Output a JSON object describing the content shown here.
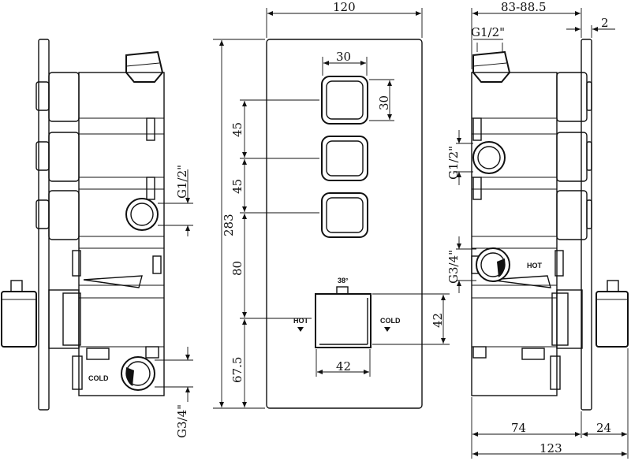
{
  "front_view": {
    "width": "120",
    "height": "283",
    "button_width": "30",
    "button_height": "30",
    "spacing_1": "45",
    "spacing_2": "45",
    "spacing_3": "80",
    "spacing_4": "67.5",
    "knob_width": "42",
    "knob_height": "42",
    "knob_angle": "38°",
    "hot_label": "HOT",
    "cold_label": "COLD"
  },
  "left_view": {
    "inlet_top": "G1/2\"",
    "inlet_bottom": "G3/4\"",
    "cold_label": "COLD"
  },
  "right_view": {
    "depth_range": "83-88.5",
    "plate_thickness": "2",
    "top_outlet": "G1/2\"",
    "side_outlet": "G1/2\"",
    "hot_inlet": "G3/4\"",
    "hot_label": "HOT",
    "body_depth": "74",
    "plate_depth": "24",
    "total_depth": "123"
  }
}
